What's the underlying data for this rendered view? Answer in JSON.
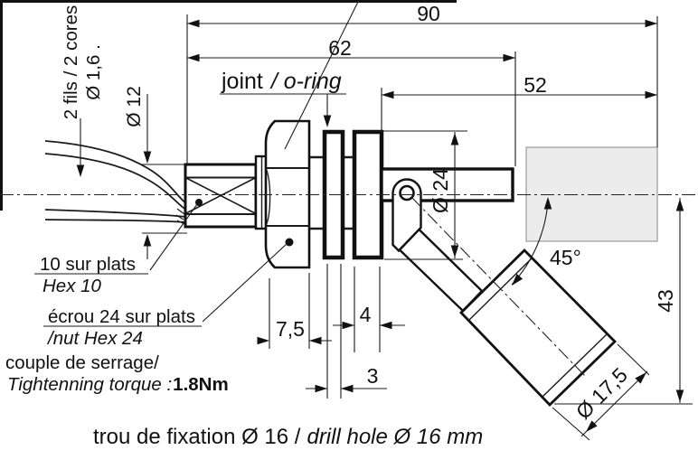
{
  "drawing": {
    "dim_overall": "90",
    "dim_body": "62",
    "dim_float": "52",
    "dim_nut_width": "7,5",
    "dim_flange": "4",
    "dim_oring": "3",
    "dim_angle": "45°",
    "dim_drop": "43",
    "dim_float_dia": "Ø 17,5",
    "dim_swing_dia": "Ø 24",
    "dim_cable_dia": "Ø 12",
    "label_cable": "2 fils / 2 cores",
    "label_wire_dia": "Ø 1,6 .",
    "label_joint_fr": "joint",
    "label_joint_en": "/ o-ring",
    "label_hex10_fr": "10 sur plats",
    "label_hex10_en": "Hex 10",
    "label_nut24_fr": "écrou 24 sur plats",
    "label_nut24_en": "/nut Hex 24",
    "label_torque_fr": "couple de serrage/",
    "label_torque_en": "Tightenning torque :",
    "label_torque_value": "1.8Nm",
    "caption_fr": "trou de fixation Ø 16 /",
    "caption_en": "drill hole Ø 16 mm"
  }
}
